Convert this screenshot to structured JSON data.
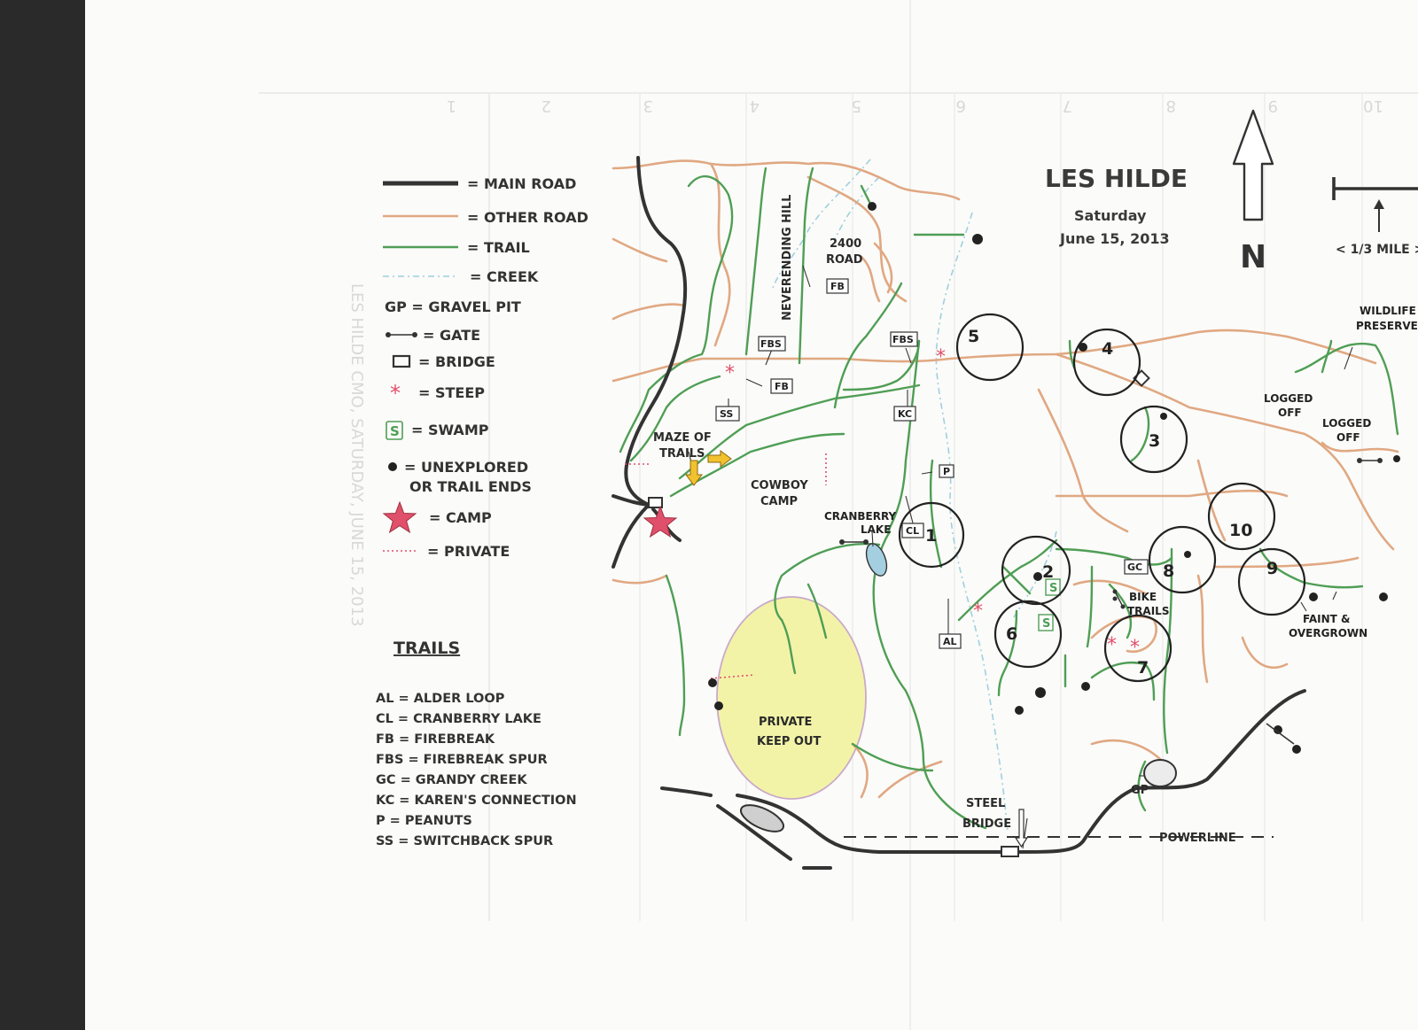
{
  "title": "LES HILDE",
  "subtitle_day": "Saturday",
  "subtitle_date": "June 15, 2013",
  "north_label": "N",
  "scale_label": "< 1/3 MILE >",
  "legend": {
    "main_road": "= MAIN ROAD",
    "other_road": "= OTHER ROAD",
    "trail": "= TRAIL",
    "creek": "= CREEK",
    "gravel_pit": "GP  = GRAVEL PIT",
    "gate": "= GATE",
    "bridge": "= BRIDGE",
    "steep": "= STEEP",
    "swamp": "= SWAMP",
    "unexplored_1": "= UNEXPLORED",
    "unexplored_2": "OR TRAIL ENDS",
    "camp": "= CAMP",
    "private": "= PRIVATE",
    "swamp_symbol": "S",
    "steep_symbol": "*"
  },
  "trails_heading": "TRAILS",
  "trails": [
    "AL = ALDER LOOP",
    "CL = CRANBERRY LAKE",
    "FB = FIREBREAK",
    "FBS = FIREBREAK SPUR",
    "GC = GRANDY CREEK",
    "KC = KAREN'S CONNECTION",
    "P = PEANUTS",
    "SS = SWITCHBACK SPUR"
  ],
  "labels": {
    "neverending_hill": "NEVERENDING HILL",
    "road_2400_a": "2400",
    "road_2400_b": "ROAD",
    "maze_a": "MAZE OF",
    "maze_b": "TRAILS",
    "cowboy_a": "COWBOY",
    "cowboy_b": "CAMP",
    "cranberry_a": "CRANBERRY",
    "cranberry_b": "LAKE",
    "private_a": "PRIVATE",
    "private_b": "KEEP OUT",
    "steel_a": "STEEL",
    "steel_b": "BRIDGE",
    "powerline": "POWERLINE",
    "gp": "GP",
    "wildlife_a": "WILDLIFE",
    "wildlife_b": "PRESERVE",
    "logged1_a": "LOGGED",
    "logged1_b": "OFF",
    "logged2_a": "LOGGED",
    "logged2_b": "OFF",
    "faint_a": "FAINT &",
    "faint_b": "OVERGROWN",
    "bike_a": "BIKE",
    "bike_b": "TRAILS"
  },
  "tags": [
    "FB",
    "FBS",
    "FB",
    "SS",
    "FBS",
    "KC",
    "P",
    "CL",
    "AL",
    "GC"
  ],
  "swamp_tags": [
    "S",
    "S"
  ],
  "checkpoints": [
    "1",
    "2",
    "3",
    "4",
    "5",
    "6",
    "7",
    "8",
    "9",
    "10"
  ],
  "ghost_text": {
    "left_title": "LES HILDE CMO, SATURDAY, JUNE 15, 2013",
    "col_numbers": [
      "1",
      "2",
      "3",
      "4",
      "5",
      "6",
      "7",
      "8",
      "9",
      "10"
    ]
  },
  "colors": {
    "main_road": "#333333",
    "other_road": "#e0a882",
    "trail": "#4f9e55",
    "creek": "#9fd0de",
    "steep": "#e0506a",
    "camp": "#e0506a",
    "private_area": "#f3f3a8"
  }
}
